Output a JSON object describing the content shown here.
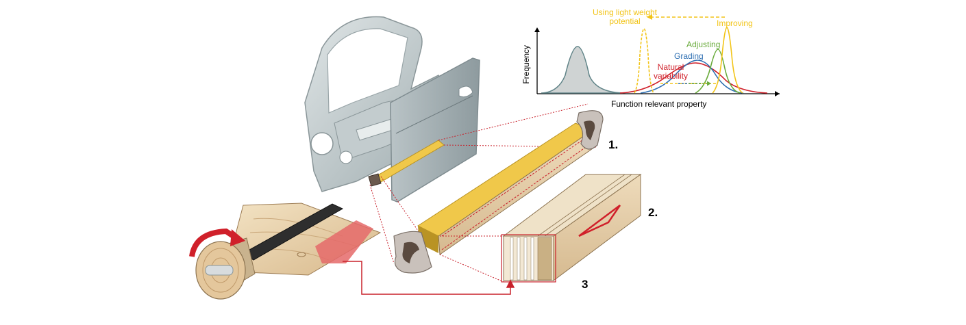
{
  "graph": {
    "y_axis_label": "Frequency",
    "x_axis_label": "Function relevant property",
    "curves": [
      {
        "key": "light",
        "text": "Using light weight potential",
        "color": "#f2c417"
      },
      {
        "key": "improving",
        "text": "Improving",
        "color": "#f2c417"
      },
      {
        "key": "adjusting",
        "text": "Adjusting",
        "color": "#6aab3c"
      },
      {
        "key": "grading",
        "text": "Grading",
        "color": "#2e6fb2"
      },
      {
        "key": "natural",
        "text": "Natural variability",
        "color": "#d0202a"
      }
    ],
    "base_distribution_color": "#5f8387"
  },
  "steps": {
    "one": "1.",
    "two": "2.",
    "three": "3"
  },
  "colors": {
    "callout_red": "#c8202a",
    "wood_light": "#ead8b8",
    "wood_dark": "#c9a77a",
    "door_grey": "#a9b5b8",
    "composite_yellow": "#f0c84a",
    "end_cap": "#6b5a4e"
  }
}
